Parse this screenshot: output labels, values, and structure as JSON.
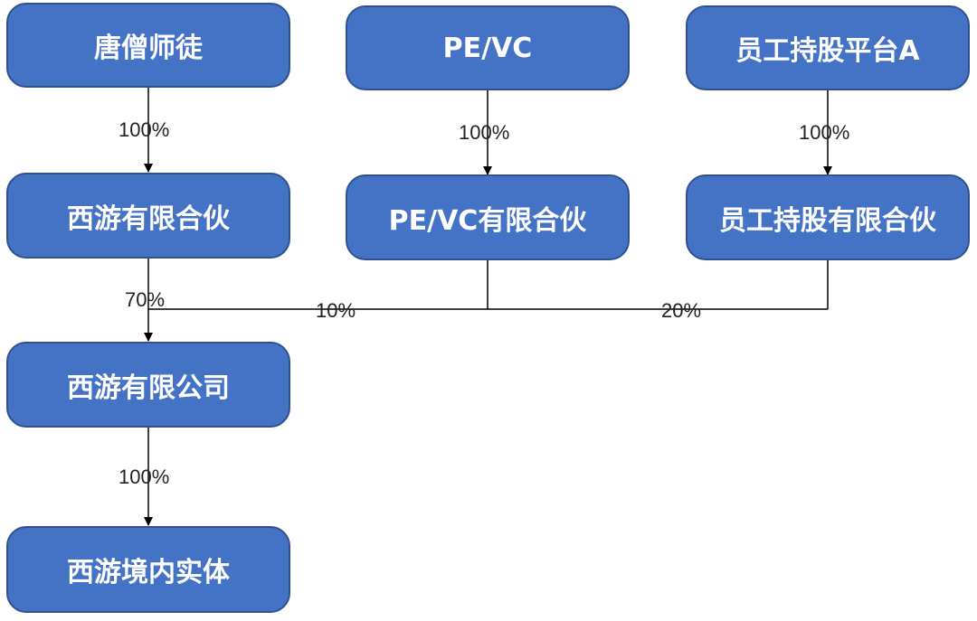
{
  "nodes": {
    "tangseng": "唐僧师徒",
    "pevc": "PE/VC",
    "esop_platform": "员工持股平台A",
    "xiyou_lp": "西游有限合伙",
    "pevc_lp": "PE/VC有限合伙",
    "esop_lp": "员工持股有限合伙",
    "xiyou_co": "西游有限公司",
    "xiyou_domestic": "西游境内实体"
  },
  "edges": {
    "tangseng_to_xiyou_lp": "100%",
    "pevc_to_pevc_lp": "100%",
    "esop_platform_to_esop_lp": "100%",
    "xiyou_lp_to_xiyou_co": "70%",
    "pevc_lp_to_xiyou_co": "10%",
    "esop_lp_to_xiyou_co": "20%",
    "xiyou_co_to_domestic": "100%"
  },
  "colors": {
    "box_fill": "#4472c4",
    "box_border": "#2f528f",
    "box_text": "#ffffff",
    "line": "#000000"
  }
}
